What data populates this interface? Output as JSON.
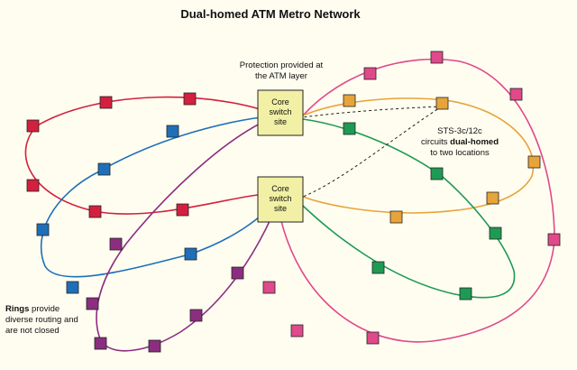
{
  "title": "Dual-homed ATM Metro Network",
  "colors": {
    "background": "#fffdf0",
    "switch_fill": "#f2f0a4",
    "red": "#d3203f",
    "blue": "#1e6fb8",
    "purple": "#8b2e80",
    "pink": "#e0498a",
    "orange": "#e6a43a",
    "green": "#1f9a55"
  },
  "switches": {
    "top": {
      "line1": "Core",
      "line2": "switch",
      "line3": "site"
    },
    "bottom": {
      "line1": "Core",
      "line2": "switch",
      "line3": "site"
    }
  },
  "annotations": {
    "protection": {
      "line1": "Protection provided at",
      "line2": "the ATM layer"
    },
    "sts": {
      "line1": "STS-3c/12c",
      "line2": "circuits",
      "line2_bold": "dual-homed",
      "line3": "to two locations"
    },
    "rings": {
      "line1_bold": "Rings",
      "line1": "provide",
      "line2": "diverse routing and",
      "line3": "are not closed"
    }
  }
}
